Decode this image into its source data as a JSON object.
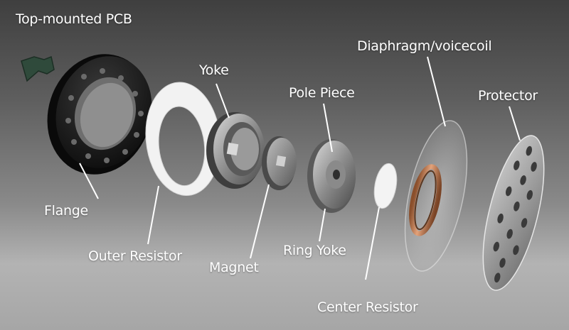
{
  "labels": {
    "pcb": "Top-mounted PCB",
    "flange": "Flange",
    "outer_resistor": "Outer Resistor",
    "yoke": "Yoke",
    "magnet": "Magnet",
    "pole_piece": "Pole Piece",
    "ring_yoke": "Ring Yoke",
    "center_resistor": "Center Resistor",
    "diaphragm": "Diaphragm/voicecoil",
    "protector": "Protector"
  },
  "colors": {
    "label_text": "#ffffff",
    "pcb_green": "#2f4a3b",
    "flange_black": "#151515",
    "resistor_white": "#f2f2f2",
    "voicecoil_copper": "#c07a4a"
  }
}
